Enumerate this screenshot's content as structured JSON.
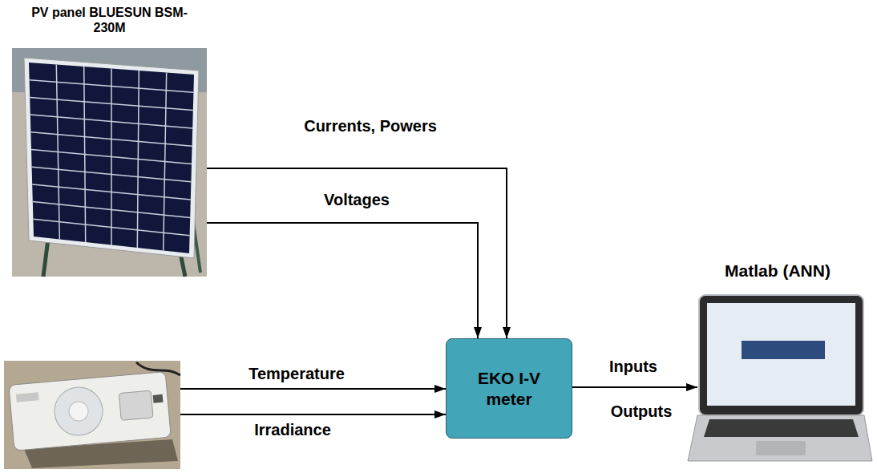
{
  "diagram": {
    "nodes": [
      {
        "text": [
          "PV panel BLUESUN BSM-230M"
        ]
      },
      {
        "text": []
      },
      {
        "text": [
          "EKO I-V meter"
        ]
      },
      {
        "text": [
          "Matlab (ANN)"
        ]
      }
    ],
    "edges": [
      {
        "from": 0,
        "to": 2,
        "arrow": "to",
        "label": "Currents, Powers"
      },
      {
        "from": 0,
        "to": 2,
        "arrow": "to",
        "label": "Voltages"
      },
      {
        "from": 1,
        "to": 2,
        "arrow": "to",
        "label": "Temperature"
      },
      {
        "from": 1,
        "to": 2,
        "arrow": "to",
        "label": "Irradiance"
      },
      {
        "from": 2,
        "to": 3,
        "arrow": "to",
        "label": "Inputs"
      }
    ],
    "labels": [
      "Outputs"
    ]
  }
}
